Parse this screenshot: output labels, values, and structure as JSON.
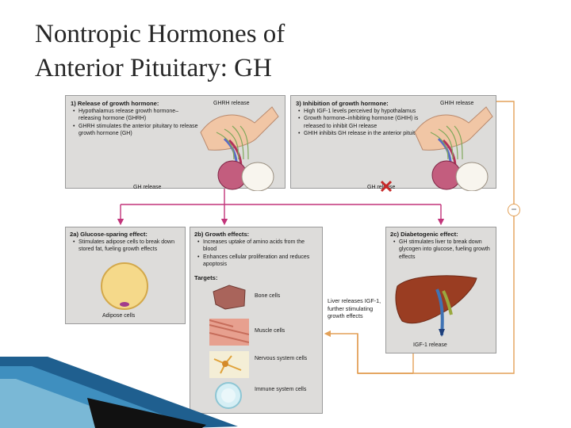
{
  "slide": {
    "title_line1": "Nontropic Hormones of",
    "title_line2": "Anterior Pituitary: GH"
  },
  "panel1": {
    "title": "1) Release of growth hormone:",
    "bullets": [
      "Hypothalamus release growth hormone–releasing hormone (GHRH)",
      "GHRH stimulates the anterior pituitary to release growth hormone (GH)"
    ],
    "label_ghrh": "GHRH release",
    "label_gh": "GH release"
  },
  "panel3": {
    "title": "3) Inhibition of growth hormone:",
    "bullets": [
      "High IGF-1 levels perceived by hypothalamus",
      "Growth hormone–inhibiting hormone (GHIH) is released to inhibit GH release",
      "GHIH inhibits GH release in the anterior pituitary"
    ],
    "label_ghih": "GHIH release",
    "label_gh": "GH release"
  },
  "panel2a": {
    "title": "2a) Glucose-sparing effect:",
    "bullets": [
      "Stimulates adipose cells to break down stored fat, fueling growth effects"
    ],
    "cell_label": "Adipose cells"
  },
  "panel2b": {
    "title": "2b) Growth effects:",
    "bullets": [
      "Increases uptake of amino acids from the blood",
      "Enhances cellular proliferation and reduces apoptosis"
    ],
    "targets_label": "Targets:",
    "targets": [
      "Bone cells",
      "Muscle cells",
      "Nervous system cells",
      "Immune system cells"
    ]
  },
  "panel2c": {
    "title": "2c) Diabetogenic effect:",
    "bullets": [
      "GH stimulates liver to break down glycogen into glucose, fueling growth effects"
    ],
    "igf_label": "IGF-1 release"
  },
  "liver_note": "Liver releases IGF-1, further stimulating growth effects",
  "inhibit_symbol": "−",
  "colors": {
    "panel_bg": "#dddcda",
    "arrow_magenta": "#c2347a",
    "arrow_orange": "#e3a158",
    "liver": "#9a3d22",
    "adipose": "#f5d98a"
  }
}
